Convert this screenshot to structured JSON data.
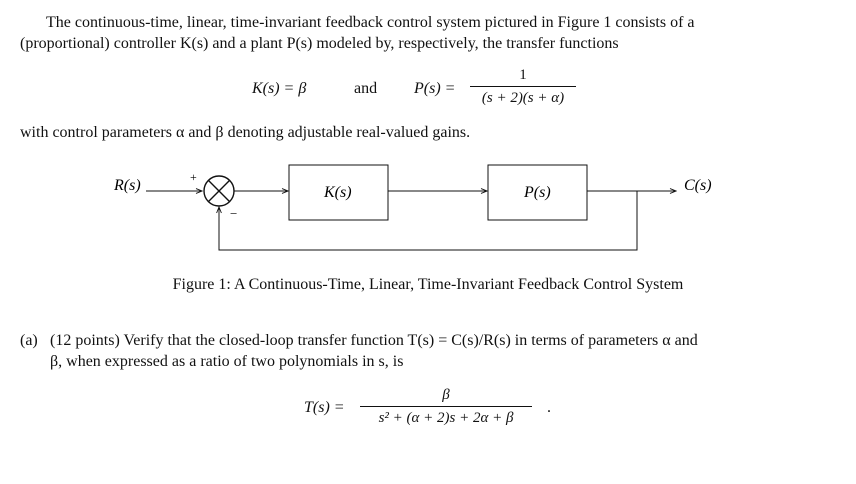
{
  "intro": {
    "line1": "The continuous-time, linear, time-invariant feedback control system pictured in Figure 1 consists of a",
    "line2": "(proportional) controller K(s) and a plant P(s) modeled by, respectively, the transfer functions"
  },
  "equations": {
    "k_def": "K(s) = β",
    "and_word": "and",
    "p_lhs": "P(s) =",
    "p_num": "1",
    "p_den": "(s + 2)(s + α)"
  },
  "params_sentence": "with control parameters α and β denoting adjustable real-valued gains.",
  "diagram": {
    "input_label": "R(s)",
    "plus_sign": "+",
    "minus_sign": "−",
    "controller_label": "K(s)",
    "plant_label": "P(s)",
    "output_label": "C(s)"
  },
  "caption": "Figure 1: A Continuous-Time, Linear, Time-Invariant Feedback Control System",
  "part_a": {
    "marker": "(a)",
    "line1": "(12 points) Verify that the closed-loop transfer function T(s) = C(s)/R(s) in terms of parameters α and",
    "line2": "β, when expressed as a ratio of two polynomials in s, is",
    "t_lhs": "T(s) =",
    "t_num": "β",
    "t_den": "s² + (α + 2)s + 2α + β",
    "trailing": "."
  }
}
